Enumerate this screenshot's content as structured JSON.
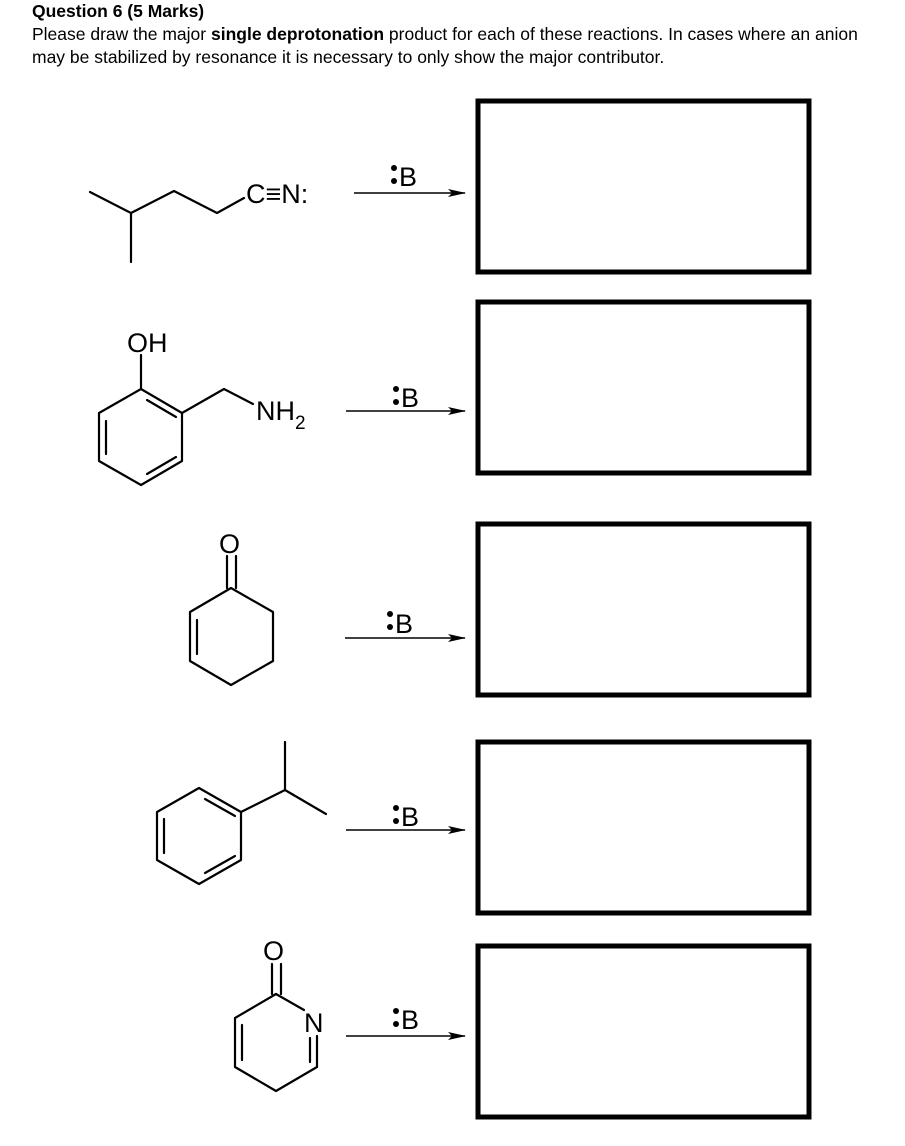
{
  "question": {
    "title": "Question 6 (5 Marks)",
    "text_before": "Please draw the major ",
    "text_bold": "single deprotonation",
    "text_after": " product for each of these reactions. In cases where an anion may be stabilized by resonance it is necessary to only show the major contributor."
  },
  "reagent_label": "B",
  "reactions": [
    {
      "labels": {
        "nitrile": "C≡N:"
      }
    },
    {
      "labels": {
        "oh": "OH",
        "amine": "NH",
        "amine_sub": "2"
      }
    },
    {
      "labels": {
        "oxygen": "O"
      }
    },
    {
      "labels": {}
    },
    {
      "labels": {
        "oxygen": "O",
        "nitrogen": "N"
      }
    }
  ]
}
